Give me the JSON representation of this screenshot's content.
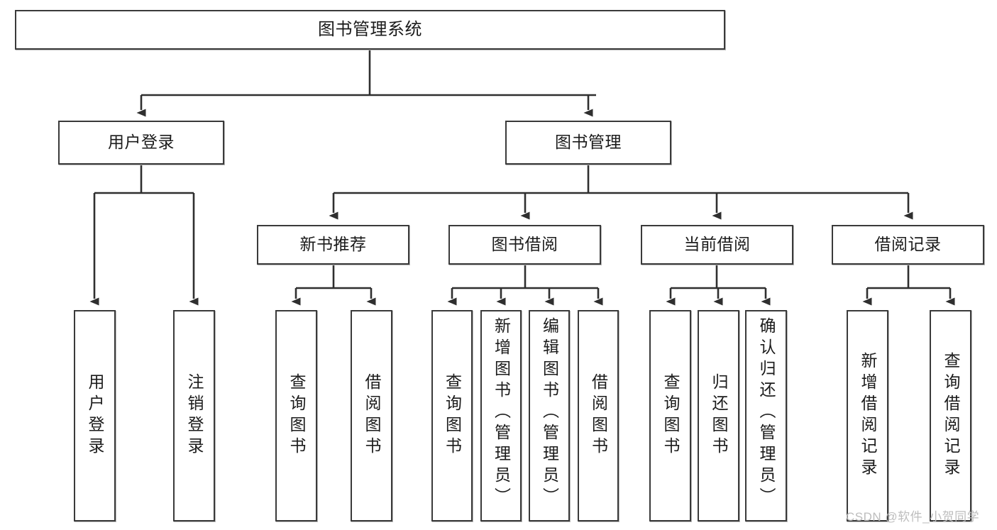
{
  "diagram": {
    "title": "图书管理系统",
    "type": "tree",
    "watermark": "CSDN @软件_小贺同学",
    "colors": {
      "box_border": "#3a3a3a",
      "box_fill": "#ffffff",
      "connector": "#2f2f2f",
      "text": "#1b1b1b",
      "watermark": "#bdbdbd"
    },
    "nodes": {
      "root": {
        "label": "图书管理系统"
      },
      "level1": [
        {
          "label": "用户登录"
        },
        {
          "label": "图书管理"
        }
      ],
      "level2": [
        {
          "label": "新书推荐"
        },
        {
          "label": "图书借阅"
        },
        {
          "label": "当前借阅"
        },
        {
          "label": "借阅记录"
        }
      ],
      "leaves": {
        "user_login": [
          {
            "label": "用户登录"
          },
          {
            "label": "注销登录"
          }
        ],
        "new_book_recommend": [
          {
            "label": "查询图书"
          },
          {
            "label": "借阅图书"
          }
        ],
        "book_borrow": [
          {
            "label": "查询图书"
          },
          {
            "label": "新增图书（管理员）"
          },
          {
            "label": "编辑图书（管理员）"
          },
          {
            "label": "借阅图书"
          }
        ],
        "current_borrow": [
          {
            "label": "查询图书"
          },
          {
            "label": "归还图书"
          },
          {
            "label": "确认归还（管理员）"
          }
        ],
        "borrow_record": [
          {
            "label": "新增借阅记录"
          },
          {
            "label": "查询借阅记录"
          }
        ]
      }
    }
  }
}
